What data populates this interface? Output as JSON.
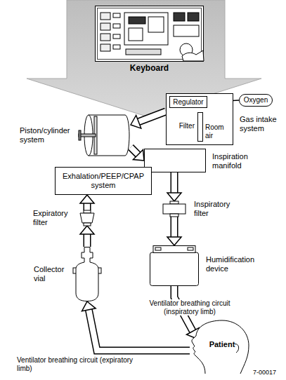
{
  "diagram": {
    "nodes": [
      {
        "text": [
          "Keyboard"
        ]
      },
      {
        "text": [
          "Gas intake system"
        ]
      },
      {
        "text": [
          "Regulator"
        ],
        "in": 1
      },
      {
        "text": [
          "Filter"
        ],
        "in": 1
      },
      {
        "text": [
          "Oxygen"
        ]
      },
      {
        "text": [
          "Piston/cylinder system"
        ]
      },
      {
        "text": [
          "Inspiration manifold"
        ]
      },
      {
        "text": [
          "Inspiratory filter"
        ]
      },
      {
        "text": [
          "Humidification device"
        ]
      },
      {
        "text": [
          "Patient"
        ]
      },
      {
        "text": [
          "Collector vial"
        ]
      },
      {
        "text": [
          "Expiratory filter"
        ]
      },
      {
        "text": [
          "Exhalation/PEEP/CPAP system"
        ]
      }
    ],
    "edges": [
      {
        "from": 4,
        "to": 2,
        "arrow": "none"
      },
      {
        "from": 1,
        "to": 5,
        "arrow": "to"
      },
      {
        "from": 5,
        "to": 6,
        "arrow": "to"
      },
      {
        "from": 6,
        "to": 7,
        "arrow": "to"
      },
      {
        "from": 7,
        "to": 8,
        "arrow": "to"
      },
      {
        "from": 8,
        "to": 9,
        "arrow": "to",
        "label": "Ventilator breathing circuit (inspiratory limb)"
      },
      {
        "from": 9,
        "to": 10,
        "arrow": "to",
        "label": "Ventilator breathing circuit (expiratory limb)"
      },
      {
        "from": 10,
        "to": 11,
        "arrow": "to"
      },
      {
        "from": 11,
        "to": 12,
        "arrow": "to"
      }
    ],
    "labels": [
      "Room air",
      "7-00017"
    ]
  }
}
